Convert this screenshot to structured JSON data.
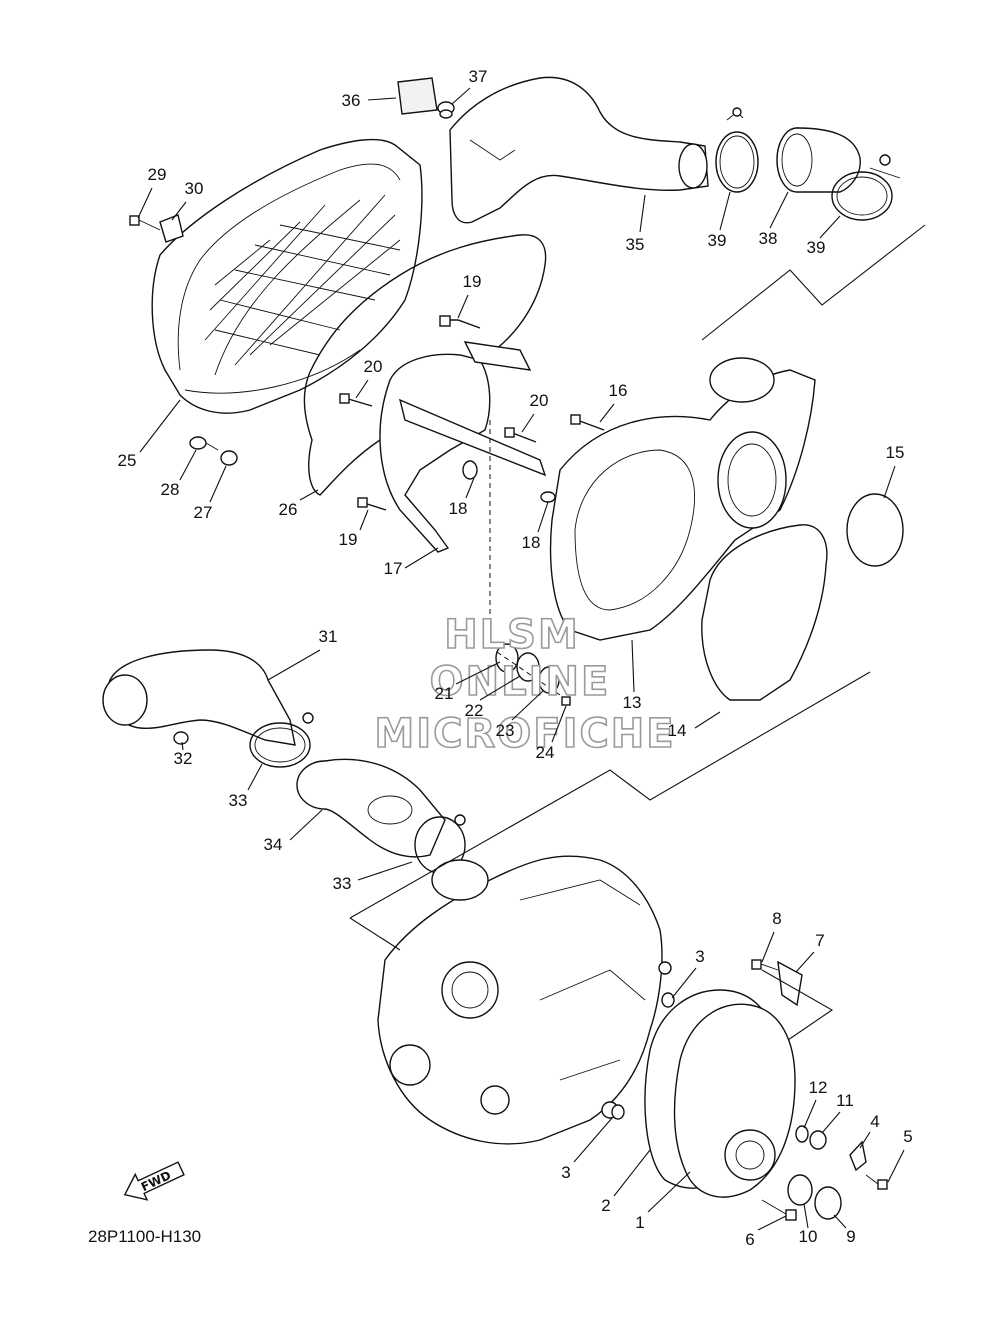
{
  "diagram": {
    "drawing_code": "28P1100-H130",
    "fwd_label": "FWD",
    "watermark": [
      "HLSM",
      "ONLINE",
      "MICROFICHE"
    ],
    "callouts": [
      {
        "label": "1"
      },
      {
        "label": "2"
      },
      {
        "label": "3"
      },
      {
        "label": "3"
      },
      {
        "label": "4"
      },
      {
        "label": "5"
      },
      {
        "label": "6"
      },
      {
        "label": "7"
      },
      {
        "label": "8"
      },
      {
        "label": "9"
      },
      {
        "label": "10"
      },
      {
        "label": "11"
      },
      {
        "label": "12"
      },
      {
        "label": "13"
      },
      {
        "label": "14"
      },
      {
        "label": "15"
      },
      {
        "label": "16"
      },
      {
        "label": "17"
      },
      {
        "label": "18"
      },
      {
        "label": "18"
      },
      {
        "label": "19"
      },
      {
        "label": "19"
      },
      {
        "label": "20"
      },
      {
        "label": "20"
      },
      {
        "label": "21"
      },
      {
        "label": "22"
      },
      {
        "label": "23"
      },
      {
        "label": "24"
      },
      {
        "label": "25"
      },
      {
        "label": "26"
      },
      {
        "label": "27"
      },
      {
        "label": "28"
      },
      {
        "label": "29"
      },
      {
        "label": "30"
      },
      {
        "label": "31"
      },
      {
        "label": "32"
      },
      {
        "label": "33"
      },
      {
        "label": "33"
      },
      {
        "label": "34"
      },
      {
        "label": "35"
      },
      {
        "label": "36"
      },
      {
        "label": "37"
      },
      {
        "label": "38"
      },
      {
        "label": "39"
      },
      {
        "label": "39"
      }
    ]
  }
}
